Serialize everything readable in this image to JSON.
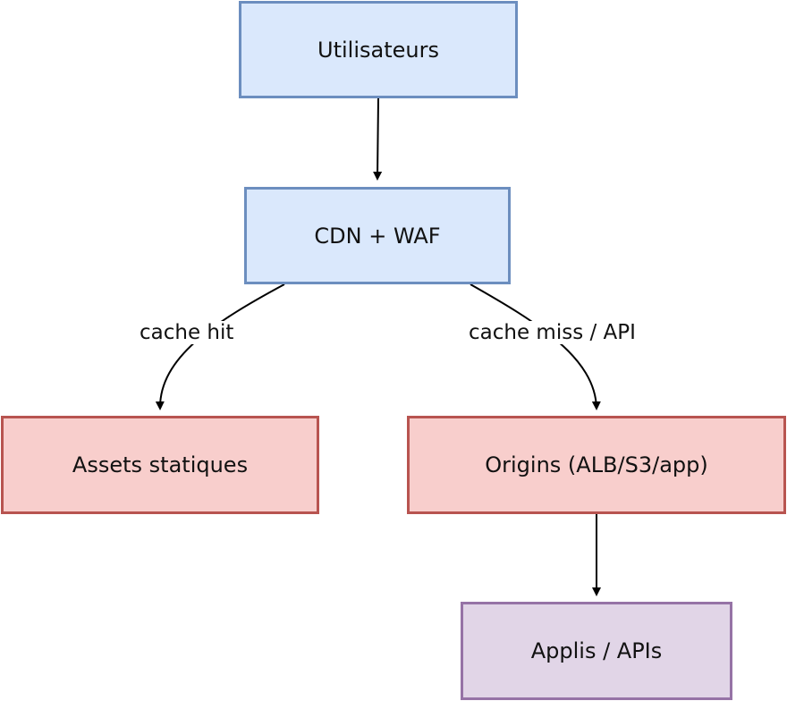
{
  "diagram": {
    "nodes": {
      "users": "Utilisateurs",
      "cdn": "CDN + WAF",
      "static": "Assets statiques",
      "origins": "Origins (ALB/S3/app)",
      "apps": "Applis / APIs"
    },
    "edges": [
      {
        "from": "users",
        "to": "cdn",
        "label": ""
      },
      {
        "from": "cdn",
        "to": "static",
        "label": "cache hit"
      },
      {
        "from": "cdn",
        "to": "origins",
        "label": "cache miss / API"
      },
      {
        "from": "origins",
        "to": "apps",
        "label": ""
      }
    ],
    "colors": {
      "blue_fill": "#dae8fc",
      "blue_stroke": "#6c8ebf",
      "red_fill": "#f8cecc",
      "red_stroke": "#b85450",
      "purple_fill": "#e1d5e7",
      "purple_stroke": "#9673a6"
    }
  }
}
